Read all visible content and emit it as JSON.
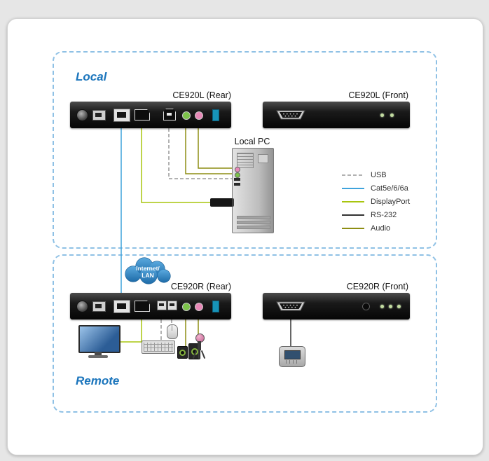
{
  "sections": {
    "local": {
      "label": "Local"
    },
    "remote": {
      "label": "Remote"
    }
  },
  "devices": {
    "ce920l_rear": {
      "label": "CE920L (Rear)"
    },
    "ce920l_front": {
      "label": "CE920L (Front)"
    },
    "ce920r_rear": {
      "label": "CE920R (Rear)"
    },
    "ce920r_front": {
      "label": "CE920R (Front)"
    },
    "local_pc": {
      "label": "Local PC"
    }
  },
  "cloud": {
    "label_line1": "Internet/",
    "label_line2": "LAN"
  },
  "legend": {
    "items": [
      {
        "label": "USB",
        "color": "#999999",
        "style": "dashed"
      },
      {
        "label": "Cat5e/6/6a",
        "color": "#3fa3dc",
        "style": "solid"
      },
      {
        "label": "DisplayPort",
        "color": "#a8c50f",
        "style": "solid"
      },
      {
        "label": "RS-232",
        "color": "#333333",
        "style": "solid"
      },
      {
        "label": "Audio",
        "color": "#8e8e13",
        "style": "solid"
      }
    ]
  },
  "colors": {
    "usb": "#999999",
    "cat5e": "#3fa3dc",
    "displayport": "#a8c50f",
    "rs232": "#333333",
    "audio": "#8e8e13",
    "section_border": "#8fc1e5",
    "section_label": "#1b75bc",
    "audio_jack_green": "#7cc24a",
    "audio_jack_pink": "#e889b8",
    "cloud_fill": "#2e86c9"
  }
}
